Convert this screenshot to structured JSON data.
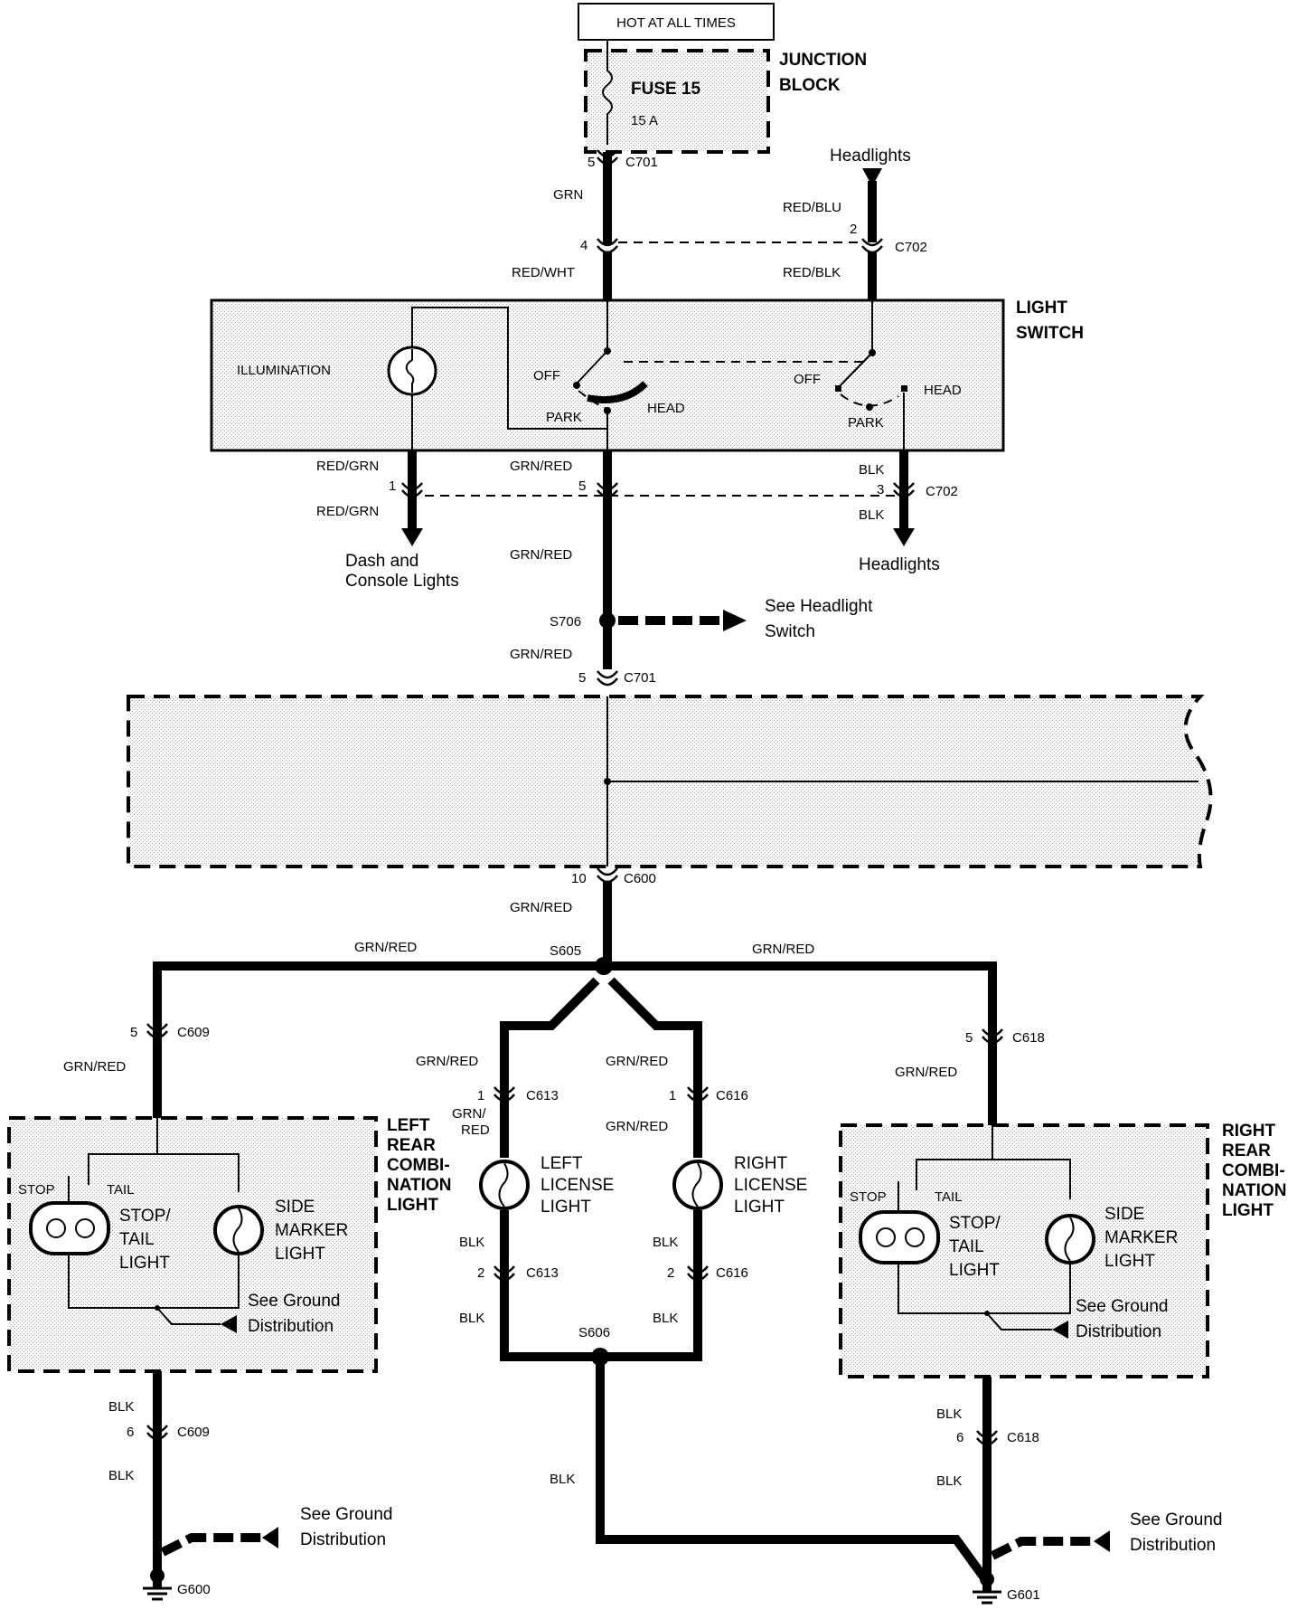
{
  "power": {
    "hot_label": "HOT AT ALL TIMES",
    "fuse_label": "FUSE 15",
    "fuse_rating": "15 A",
    "junction_block_line1": "JUNCTION",
    "junction_block_line2": "BLOCK"
  },
  "headlights_source_label": "Headlights",
  "light_switch": {
    "title_line1": "LIGHT",
    "title_line2": "SWITCH",
    "illumination_label": "ILLUMINATION",
    "off_label": "OFF",
    "park_label": "PARK",
    "head_label": "HEAD"
  },
  "wires": {
    "grn": "GRN",
    "red_wht": "RED/WHT",
    "red_blu": "RED/BLU",
    "red_blk": "RED/BLK",
    "red_grn": "RED/GRN",
    "grn_red": "GRN/RED",
    "blk": "BLK",
    "grn_slash": "GRN/",
    "red": "RED"
  },
  "connectors": {
    "c701": "C701",
    "c702": "C702",
    "c600": "C600",
    "c609": "C609",
    "c613": "C613",
    "c616": "C616",
    "c618": "C618"
  },
  "pins": {
    "p1": "1",
    "p2": "2",
    "p3": "3",
    "p4": "4",
    "p5": "5",
    "p6": "6",
    "p10": "10"
  },
  "splices": {
    "s706": "S706",
    "s605": "S605",
    "s606": "S606"
  },
  "grounds": {
    "g600": "G600",
    "g601": "G601"
  },
  "outputs": {
    "dash_line1": "Dash and",
    "dash_line2": "Console Lights",
    "headlights": "Headlights",
    "see_headlight_line1": "See Headlight",
    "see_headlight_line2": "Switch"
  },
  "components": {
    "left_rear": [
      "LEFT",
      "REAR",
      "COMBI-",
      "NATION",
      "LIGHT"
    ],
    "right_rear": [
      "RIGHT",
      "REAR",
      "COMBI-",
      "NATION",
      "LIGHT"
    ],
    "stop": "STOP",
    "tail": "TAIL",
    "stop_tail_light": [
      "STOP/",
      "TAIL",
      "LIGHT"
    ],
    "side_marker_light": [
      "SIDE",
      "MARKER",
      "LIGHT"
    ],
    "left_license": [
      "LEFT",
      "LICENSE",
      "LIGHT"
    ],
    "right_license": [
      "RIGHT",
      "LICENSE",
      "LIGHT"
    ]
  },
  "ground_distribution": [
    "See Ground",
    "Distribution"
  ]
}
